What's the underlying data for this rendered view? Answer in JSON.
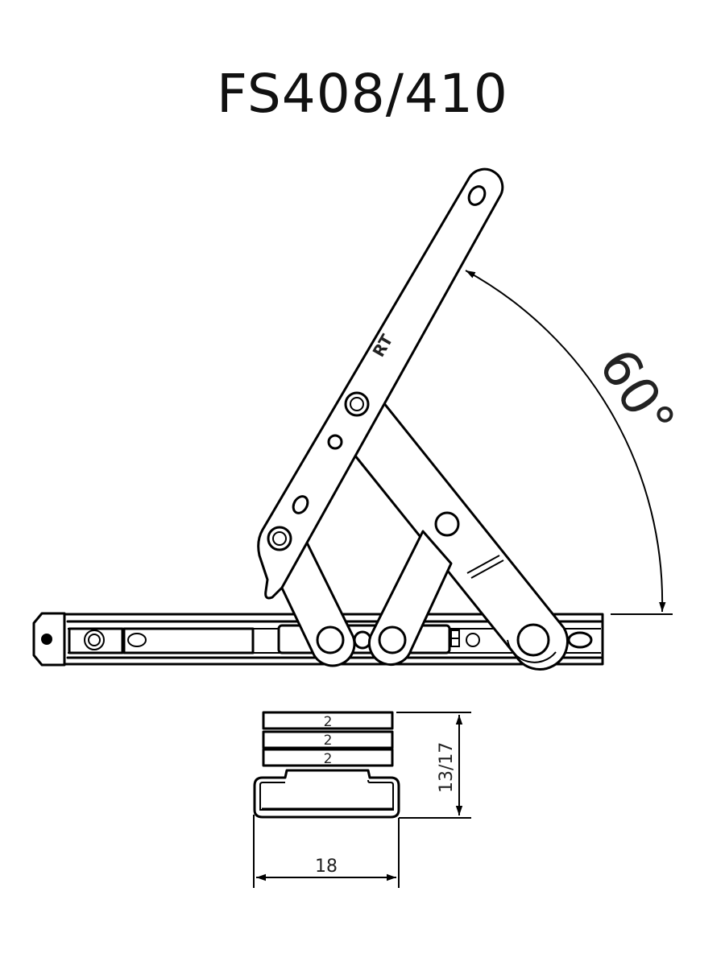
{
  "title": "FS408/410",
  "diagram": {
    "type": "technical drawing - friction stay window hinge",
    "angle_label": "60°",
    "arm_marking": "RT",
    "profile": {
      "packer_labels": [
        "2",
        "2",
        "2"
      ],
      "height_label": "13/17",
      "width_label": "18"
    },
    "colors": {
      "line": "#000000",
      "background": "#ffffff"
    }
  }
}
